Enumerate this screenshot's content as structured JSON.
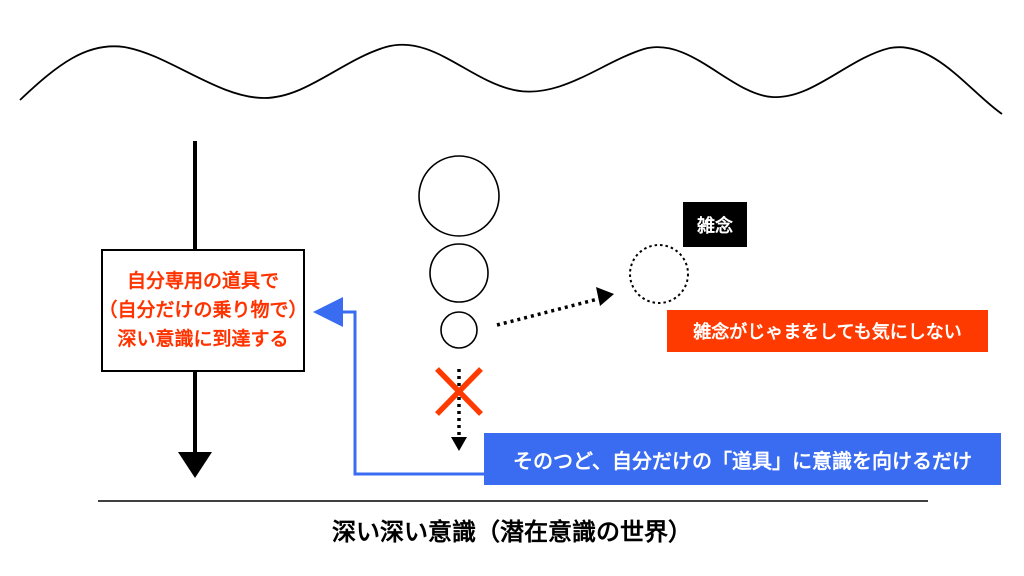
{
  "colors": {
    "ink": "#000000",
    "accent_red": "#ff3a00",
    "box_text": "#ff3300",
    "cross": "#ff3a00",
    "blue": "#3a6cf2",
    "white": "#ffffff"
  },
  "tool_box": {
    "line1": "自分専用の道具で",
    "line2": "（自分だけの乗り物で）",
    "line3": "深い意識に到達する"
  },
  "zatsunen_tag": "雑念",
  "zatsunen_note": "雑念がじゃまをしても気にしない",
  "blue_banner": "そのつど、自分だけの「道具」に意識を向けるだけ",
  "bottom_caption": "深い深い意識（潜在意識の世界）",
  "icons": {
    "wave": "surface-wave-icon",
    "cross": "cross-mark-icon",
    "bubbles": "bubble-icon",
    "down_arrow": "down-arrow-icon"
  }
}
